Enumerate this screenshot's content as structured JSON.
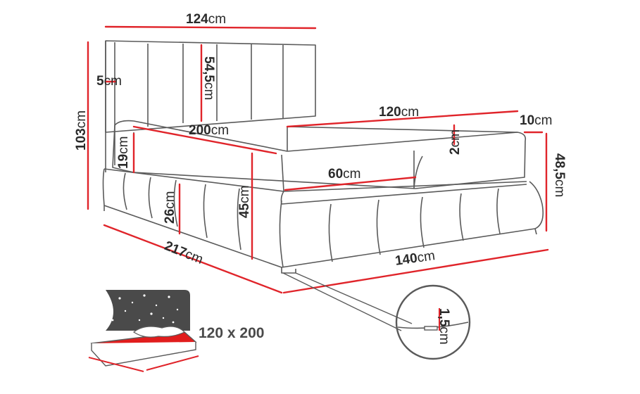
{
  "colors": {
    "outline": "#555555",
    "dimension": "#e0242a",
    "text": "#2a2a2a",
    "mattress_red": "#e11d1d",
    "dark_panel": "#4a4a4a"
  },
  "dimensions": {
    "headboard_width": {
      "value": "124",
      "unit": "cm"
    },
    "headboard_height": {
      "value": "54,5",
      "unit": "cm"
    },
    "headboard_depth": {
      "value": "5",
      "unit": "cm"
    },
    "total_height": {
      "value": "103",
      "unit": "cm"
    },
    "mattress_length": {
      "value": "200",
      "unit": "cm"
    },
    "mattress_width": {
      "value": "120",
      "unit": "cm"
    },
    "topper_thickness": {
      "value": "2",
      "unit": "cm"
    },
    "side_gap": {
      "value": "10",
      "unit": "cm"
    },
    "mattress_height": {
      "value": "19",
      "unit": "cm"
    },
    "drawer_depth": {
      "value": "60",
      "unit": "cm"
    },
    "base_height": {
      "value": "45",
      "unit": "cm"
    },
    "frame_height": {
      "value": "48,5",
      "unit": "cm"
    },
    "plinth_height": {
      "value": "26",
      "unit": "cm"
    },
    "total_length": {
      "value": "217",
      "unit": "cm"
    },
    "total_width": {
      "value": "140",
      "unit": "cm"
    },
    "leg_clearance": {
      "value": "1,5",
      "unit": "cm"
    }
  },
  "size_label": "120 x 200",
  "icons": {
    "bed_drawing": "bed-outline-icon",
    "sleep_icon": "sleeping-bed-icon",
    "detail": "magnifier-detail-icon"
  }
}
